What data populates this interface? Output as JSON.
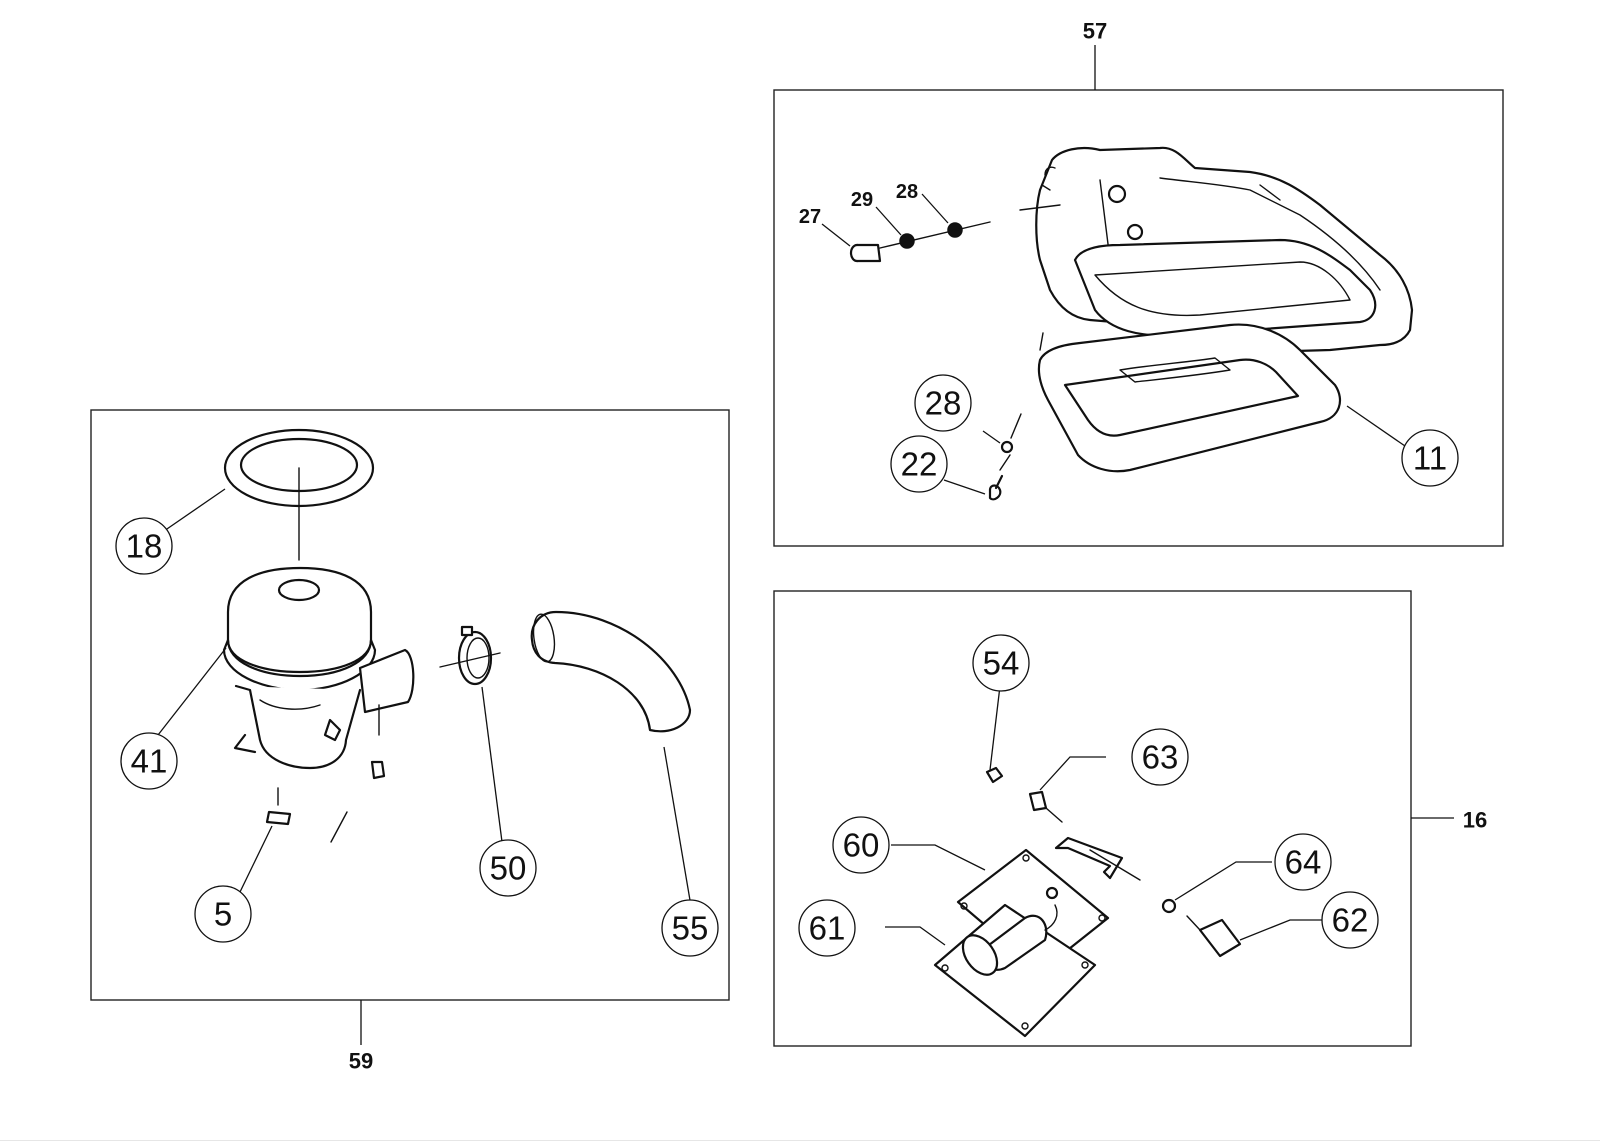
{
  "assemblies": {
    "top_right": "57",
    "bottom_right": "16",
    "left": "59"
  },
  "callouts": {
    "c18": "18",
    "c41": "41",
    "c5": "5",
    "c50": "50",
    "c55": "55",
    "c27": "27",
    "c29": "29",
    "c28a": "28",
    "c28b": "28",
    "c22": "22",
    "c11": "11",
    "c54": "54",
    "c63": "63",
    "c60": "60",
    "c64": "64",
    "c61": "61",
    "c62": "62"
  }
}
